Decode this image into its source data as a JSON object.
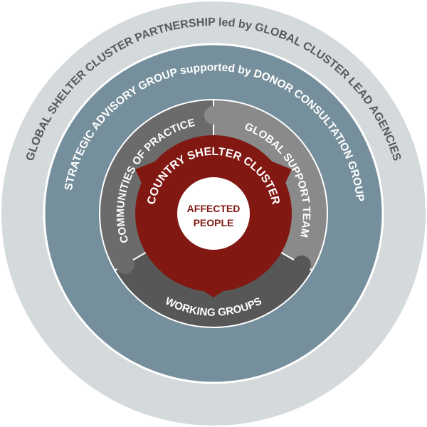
{
  "outer_ring": {
    "label": "GLOBAL SHELTER CLUSTER PARTNERSHIP led by GLOBAL CLUSTER LEAD AGENCIES",
    "color": "#d4d9dc",
    "text_color": "#595959"
  },
  "advisory_ring": {
    "label": "STRATEGIC ADVISORY GROUP supported by DONOR CONSULTATION GROUP",
    "color": "#768f9c"
  },
  "segments": {
    "communities": {
      "label": "COMMUNITIES OF PRACTICE",
      "color": "#6b6b6b"
    },
    "support_team": {
      "label": "GLOBAL SUPPORT TEAM",
      "color": "#8a8a8a"
    },
    "working_groups": {
      "label": "WORKING GROUPS",
      "color": "#575757"
    }
  },
  "country_cluster": {
    "label": "COUNTRY SHELTER CLUSTER",
    "color": "#821812"
  },
  "center": {
    "line1": "AFFECTED",
    "line2": "PEOPLE",
    "text_color": "#821812"
  }
}
